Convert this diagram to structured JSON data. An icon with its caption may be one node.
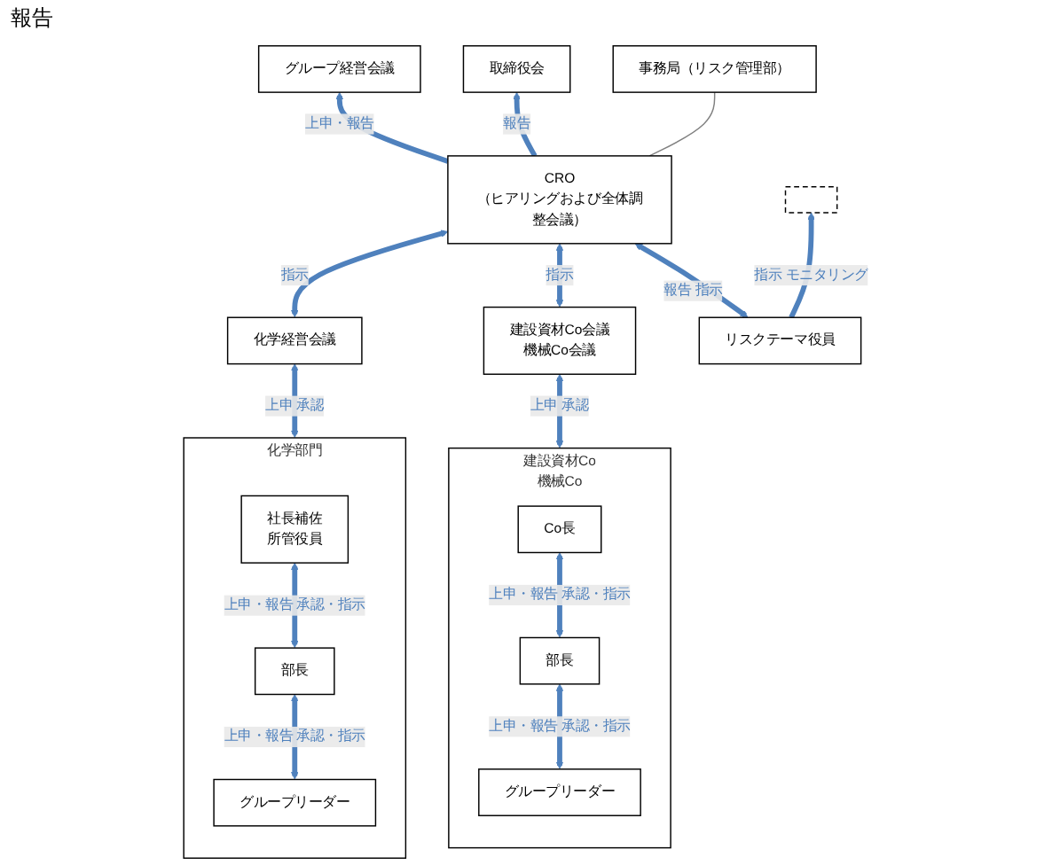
{
  "diagram": {
    "nodes": [
      {
        "text": [
          "取締役会"
        ]
      },
      {
        "text": [
          "グループ経営会議"
        ]
      },
      {
        "text": [
          "CRO",
          "（ヒアリングおよび全体調整会議）"
        ]
      },
      {
        "text": [
          "事務局（リスク管理部）"
        ]
      },
      {
        "text": [
          "化学経営会議"
        ]
      },
      {
        "text": [
          "建設資材Co会議",
          "機械Co会議"
        ]
      },
      {
        "text": [
          "リスクテーマ役員"
        ]
      },
      {
        "text": [
          "化学部門"
        ]
      },
      {
        "text": [
          "社長補佐",
          "所管役員"
        ],
        "in": 7
      },
      {
        "text": [
          "部長"
        ],
        "in": 7
      },
      {
        "text": [
          "グループリーダー"
        ],
        "in": 7
      },
      {
        "text": [
          "建設資材Co",
          "機械Co"
        ]
      },
      {
        "text": [
          "Co長"
        ],
        "in": 11
      },
      {
        "text": [
          "部長"
        ],
        "in": 11
      },
      {
        "text": [
          "グループリーダー"
        ],
        "in": 11
      },
      {
        "text": [],
        "shape": "box"
      }
    ],
    "edges": [
      {
        "from": 2,
        "to": 1,
        "arrow": "to",
        "label": "上申・報告"
      },
      {
        "from": 2,
        "to": 0,
        "arrow": "to",
        "label": "報告"
      },
      {
        "from": 2,
        "to": 3,
        "arrow": "none",
        "color": "#808080"
      },
      {
        "from": 6,
        "to": 2,
        "arrow": "both",
        "label": "報告 指示"
      },
      {
        "from": 4,
        "to": 2,
        "arrow": "both",
        "label": "指示"
      },
      {
        "from": 5,
        "to": 2,
        "arrow": "both",
        "label": "指示"
      },
      {
        "from": 7,
        "to": 4,
        "arrow": "both",
        "label": "上申 承認"
      },
      {
        "from": 11,
        "to": 5,
        "arrow": "both",
        "label": "上申 承認"
      },
      {
        "from": 9,
        "to": 8,
        "arrow": "both",
        "label": "上申・報告 承認・指示"
      },
      {
        "from": 10,
        "to": 9,
        "arrow": "both",
        "label": "上申・報告 承認・指示"
      },
      {
        "from": 13,
        "to": 12,
        "arrow": "both",
        "label": "上申・報告 承認・指示"
      },
      {
        "from": 14,
        "to": 13,
        "arrow": "both",
        "label": "上申・報告 承認・指示"
      },
      {
        "from": 6,
        "to": 15,
        "arrow": "to",
        "label": "指示 モニタリング"
      }
    ],
    "labels": [
      "報告"
    ]
  }
}
